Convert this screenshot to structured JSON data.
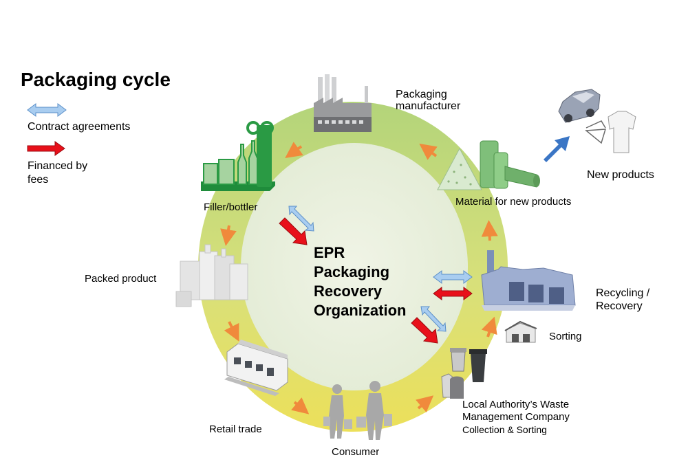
{
  "title": "Packaging cycle",
  "legend": {
    "contract": "Contract agreements",
    "financed_line1": "Financed by",
    "financed_line2": "fees"
  },
  "center": {
    "line1": "EPR",
    "line2": "Packaging",
    "line3": "Recovery",
    "line4": "Organization"
  },
  "stages": {
    "packaging_manufacturer_1": "Packaging",
    "packaging_manufacturer_2": "manufacturer",
    "filler_bottler": "Filler/bottler",
    "packed_product": "Packed product",
    "retail_trade": "Retail trade",
    "consumer": "Consumer",
    "local_authority_1": "Local Authority’s Waste",
    "local_authority_2": "Management Company",
    "local_authority_3": "Collection & Sorting",
    "sorting": "Sorting",
    "recycling_1": "Recycling  /",
    "recycling_2": "Recovery",
    "material": "Material for new products",
    "new_products": "New products"
  },
  "colors": {
    "contract_arrow": "#a9cdf0",
    "financed_arrow": "#e8101a",
    "cycle_arrow": "#f08a3c",
    "ring_top": "#b9d77f",
    "ring_bottom": "#efe56a",
    "center_fill": "#e8efdc"
  },
  "icons": [
    "factory-icon",
    "bottles-icon",
    "packed-product-icon",
    "store-icon",
    "shoppers-icon",
    "waste-bins-icon",
    "sorting-shed-icon",
    "recycling-plant-icon",
    "raw-material-icon",
    "car-icon",
    "shirt-icon"
  ]
}
